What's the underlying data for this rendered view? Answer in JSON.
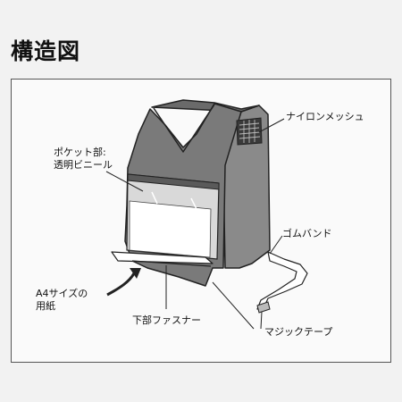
{
  "title": "構造図",
  "labels": {
    "pocket_line1": "ポケット部:",
    "pocket_line2": "透明ビニール",
    "nylon_mesh": "ナイロンメッシュ",
    "rubber_band": "ゴムバンド",
    "paper_line1": "A4サイズの",
    "paper_line2": "用紙",
    "bottom_fastener": "下部ファスナー",
    "magic_tape": "マジックテープ"
  },
  "colors": {
    "vest": "#787878",
    "vest_side": "#8a8a8a",
    "vest_outline": "#222222",
    "pocket_window": "#e8e8e8",
    "paper": "#ffffff",
    "frame_bg": "#fafafa",
    "page_bg": "#f2f2f2"
  }
}
